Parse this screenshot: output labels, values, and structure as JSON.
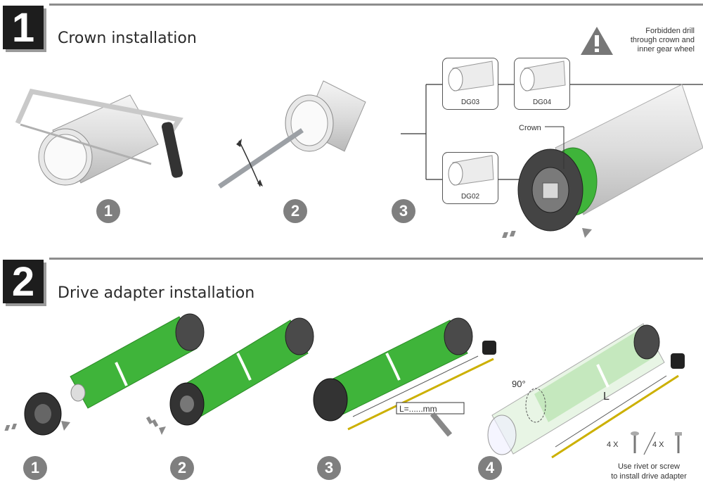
{
  "section1": {
    "number": "1",
    "title": "Crown installation"
  },
  "section2": {
    "number": "2",
    "title": "Drive adapter installation"
  },
  "steps1": [
    "1",
    "2",
    "3"
  ],
  "steps2": [
    "1",
    "2",
    "3",
    "4"
  ],
  "crown_types": [
    "DG03",
    "DG04",
    "DG02"
  ],
  "crown_label": "Crown",
  "warning": {
    "line1": "Forbidden drill",
    "line2": "through crown and",
    "line3": "inner gear wheel"
  },
  "angle_label": "90°",
  "length_label": "L",
  "measure_label": "L=......mm",
  "rivet_count": "4 X",
  "screw_count": "4 X",
  "note": {
    "line1": "Use rivet or screw",
    "line2": "to install drive adapter"
  },
  "colors": {
    "motor_green": "#3fb43a",
    "badge_black": "#1d1d1d",
    "step_gray": "#7f7f7f"
  }
}
